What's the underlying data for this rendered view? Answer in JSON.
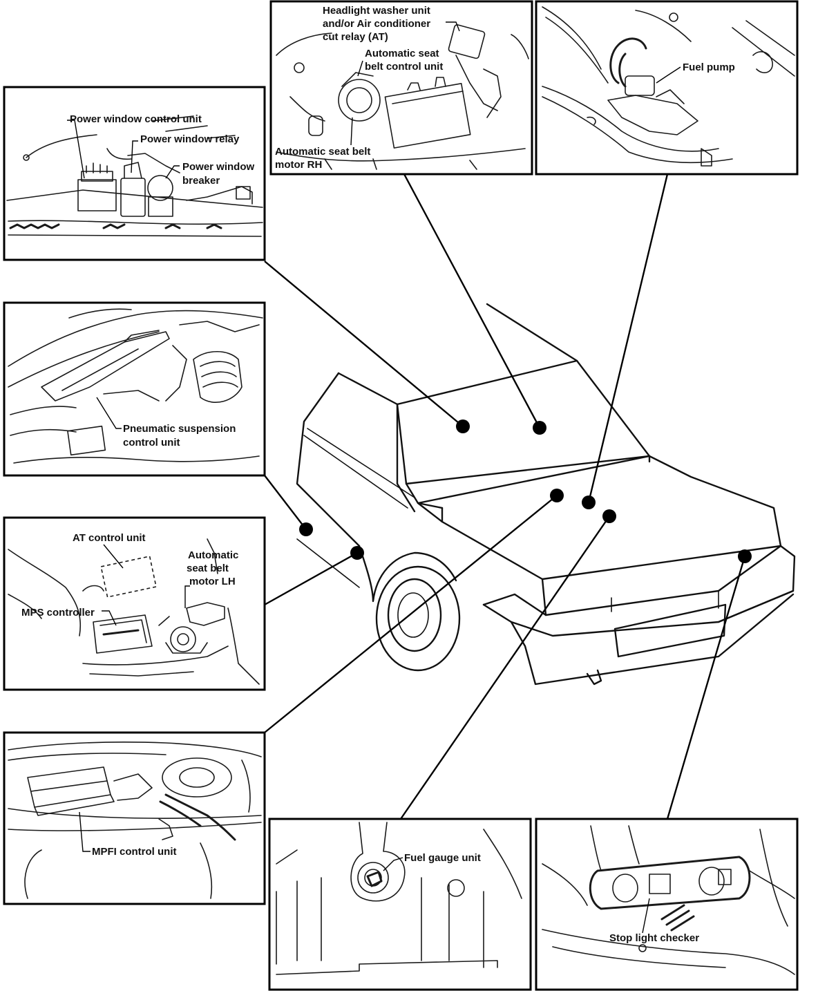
{
  "panels": {
    "power_window": {
      "labels": [
        "Power window control unit",
        "Power window relay",
        "Power window",
        "breaker"
      ]
    },
    "headlight": {
      "labels": [
        "Headlight washer unit",
        "and/or Air conditioner",
        "cut relay (AT)",
        "Automatic seat",
        "belt control unit",
        "Automatic seat belt",
        "motor RH"
      ]
    },
    "fuel_pump": {
      "labels": [
        "Fuel pump"
      ]
    },
    "pneumatic": {
      "labels": [
        "Pneumatic suspension",
        "control unit"
      ]
    },
    "at_control": {
      "labels": [
        "AT control unit",
        "Automatic",
        "seat belt",
        "motor LH",
        "MPS controller"
      ]
    },
    "mpfi": {
      "labels": [
        "MPFI control unit"
      ]
    },
    "fuel_gauge": {
      "labels": [
        "Fuel gauge unit"
      ]
    },
    "stop_light": {
      "labels": [
        "Stop light checker"
      ]
    }
  },
  "colors": {
    "ink": "#000000",
    "paper": "#ffffff"
  }
}
